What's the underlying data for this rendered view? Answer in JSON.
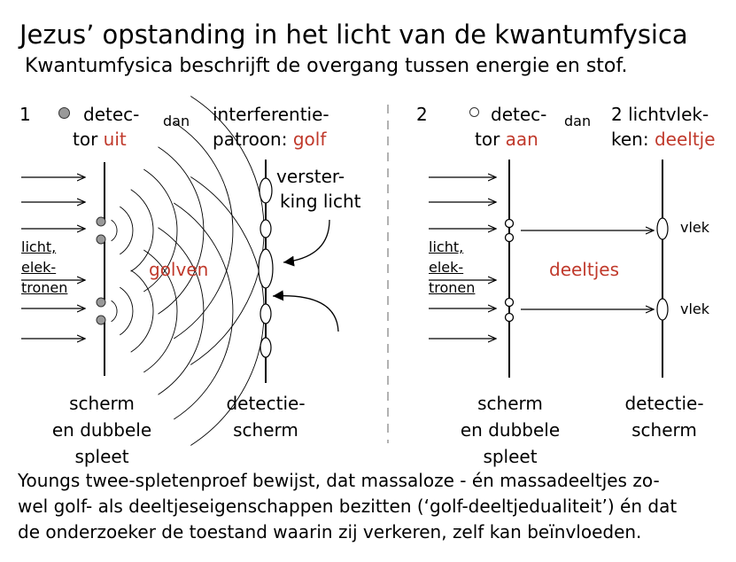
{
  "header": {
    "title": "Jezus’ opstanding in het licht van de kwantumfysica",
    "subtitle": "Kwantumfysica beschrijft de overgang tussen energie en stof."
  },
  "panel1": {
    "number": "1",
    "detector_line1": "detec-",
    "detector_line2_prefix": "tor ",
    "detector_state": "uit",
    "dan": "dan",
    "result_line1": "interferentie-",
    "result_line2_prefix": "patroon: ",
    "result_state": "golf",
    "reinforce_line1": "verster-",
    "reinforce_line2": "king licht",
    "source_line1": "licht,",
    "source_line2": "elek-",
    "source_line3": "tronen",
    "middle_label": "golven",
    "screen_line1": "scherm",
    "screen_line2": "en dubbele",
    "screen_line3": "spleet",
    "det_screen_line1": "detectie-",
    "det_screen_line2": "scherm"
  },
  "panel2": {
    "number": "2",
    "detector_line1": "detec-",
    "detector_line2_prefix": "tor ",
    "detector_state": "aan",
    "dan": "dan",
    "result_line1": "2 lichtvlek-",
    "result_line2_prefix": "ken: ",
    "result_state": "deeltje",
    "source_line1": "licht,",
    "source_line2": "elek-",
    "source_line3": "tronen",
    "middle_label": "deeltjes",
    "spot_top": "vlek",
    "spot_bottom": "vlek",
    "screen_line1": "scherm",
    "screen_line2": "en dubbele",
    "screen_line3": "spleet",
    "det_screen_line1": "detectie-",
    "det_screen_line2": "scherm"
  },
  "footer": {
    "line1": "Youngs twee-spletenproef bewijst, dat massaloze - én massadeeltjes zo-",
    "line2": "wel golf- als deeltjeseigenschappen bezitten (‘golf-deeltjedualiteit’) én dat",
    "line3": "de onderzoeker de toestand waarin zij verkeren, zelf kan beïnvloeden."
  },
  "colors": {
    "accent": "#c0392b",
    "ink": "#000000",
    "detector_on": "#ffffff",
    "detector_off": "#999999"
  },
  "icons": {
    "detector_off": "filled-gray-circle-icon",
    "detector_on": "hollow-circle-icon"
  }
}
